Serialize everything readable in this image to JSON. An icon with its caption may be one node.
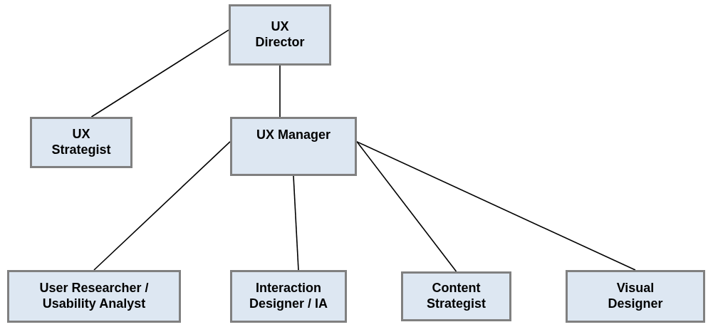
{
  "diagram": {
    "nodes": [
      {
        "text": [
          "UX Director"
        ]
      },
      {
        "text": [
          "UX Strategist"
        ]
      },
      {
        "text": [
          "UX Manager"
        ]
      },
      {
        "text": [
          "User Researcher / Usability Analyst"
        ]
      },
      {
        "text": [
          "Interaction Designer / IA"
        ]
      },
      {
        "text": [
          "Content Strategist"
        ]
      },
      {
        "text": [
          "Visual Designer"
        ]
      }
    ],
    "edges": [
      {
        "from": 0,
        "to": 1,
        "arrow": "none"
      },
      {
        "from": 0,
        "to": 2,
        "arrow": "none"
      },
      {
        "from": 2,
        "to": 3,
        "arrow": "none"
      },
      {
        "from": 2,
        "to": 4,
        "arrow": "none"
      },
      {
        "from": 2,
        "to": 5,
        "arrow": "none"
      },
      {
        "from": 2,
        "to": 6,
        "arrow": "none"
      }
    ]
  }
}
